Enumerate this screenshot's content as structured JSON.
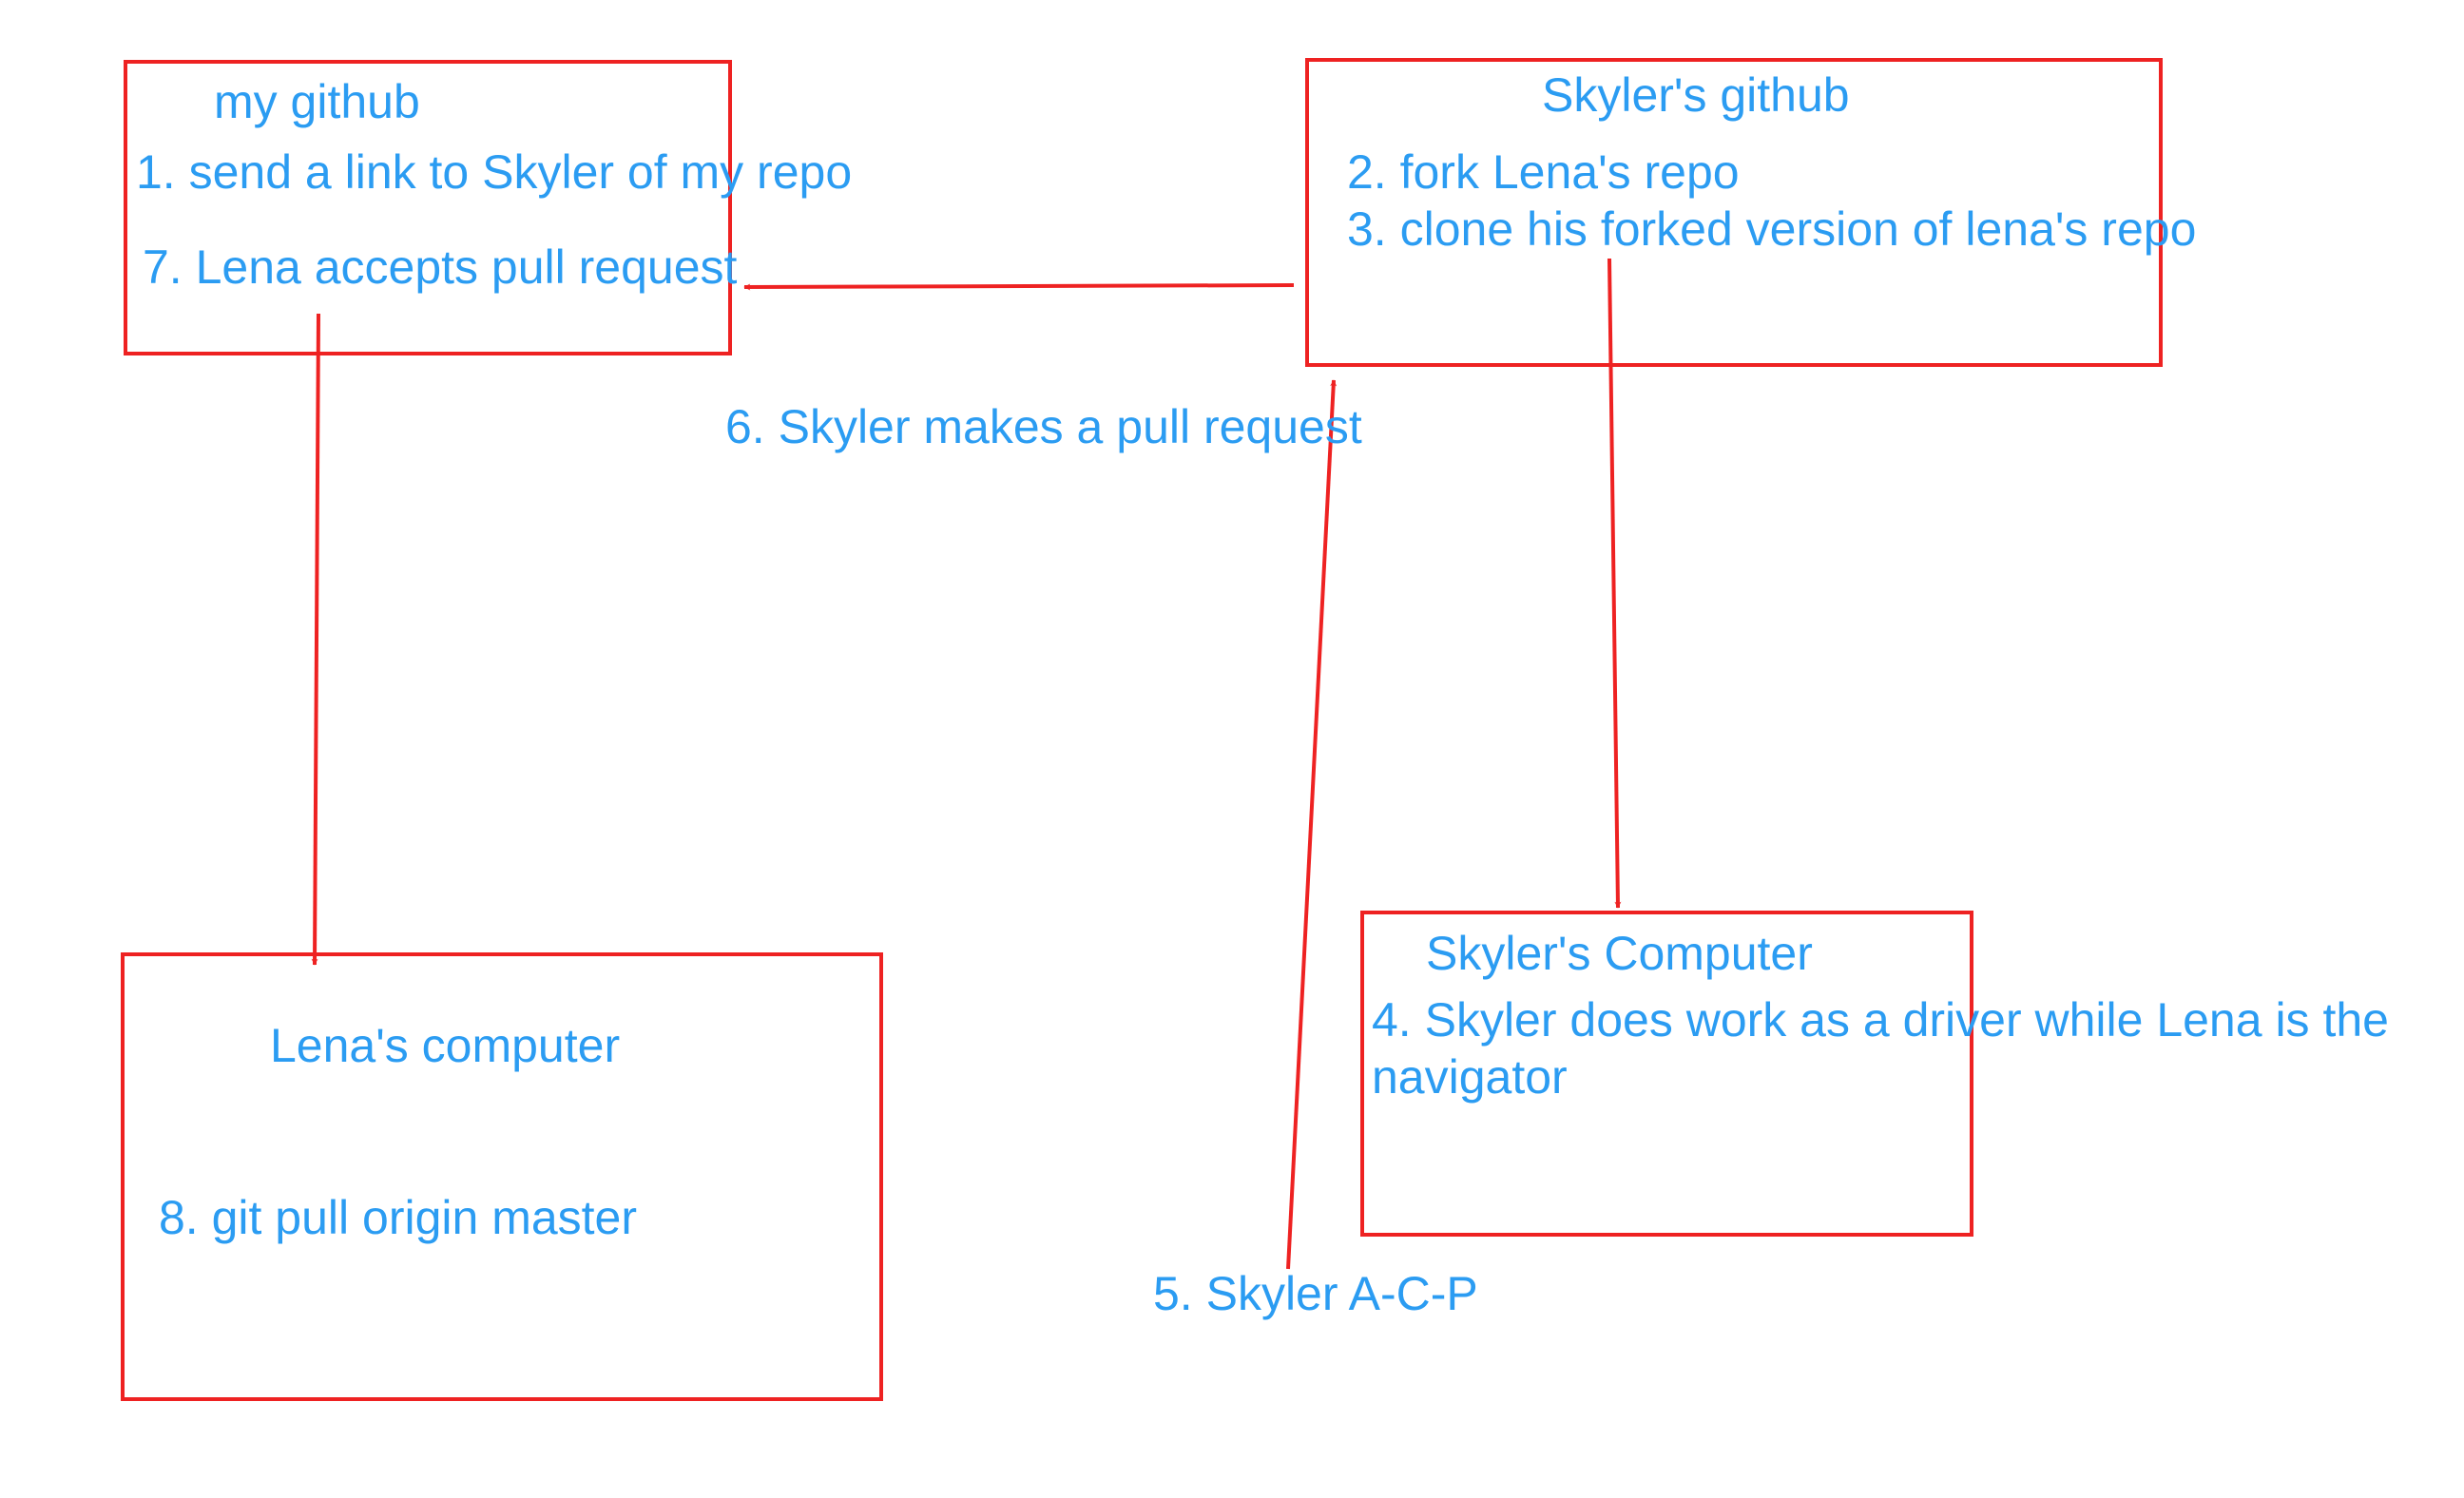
{
  "colors": {
    "line": "#ee2222",
    "text": "#2b9cf2"
  },
  "boxes": {
    "my_github": {
      "title": "my github",
      "lines": [
        "1. send a link to Skyler of my repo",
        "7. Lena accepts pull request"
      ]
    },
    "skylers_github": {
      "title": "Skyler's github",
      "lines": [
        "2. fork Lena's repo",
        "3. clone his forked version of lena's repo"
      ]
    },
    "lenas_computer": {
      "title": "Lena's computer",
      "lines": [
        "8. git pull origin master"
      ]
    },
    "skylers_computer": {
      "title": "Skyler's Computer",
      "lines": [
        "4. Skyler does work as a driver while Lena is the",
        "navigator"
      ]
    }
  },
  "edge_labels": {
    "pull_request": "6. Skyler makes a pull request",
    "acp": "5. Skyler A-C-P"
  },
  "edges": [
    {
      "id": "arrow-pull-request",
      "from": "Skyler's github",
      "to": "my github"
    },
    {
      "id": "arrow-pull-to-lena",
      "from": "my github",
      "to": "Lena's computer"
    },
    {
      "id": "arrow-clone",
      "from": "Skyler's github",
      "to": "Skyler's Computer"
    },
    {
      "id": "arrow-acp",
      "from": "5. Skyler A-C-P",
      "to": "Skyler's github"
    }
  ]
}
